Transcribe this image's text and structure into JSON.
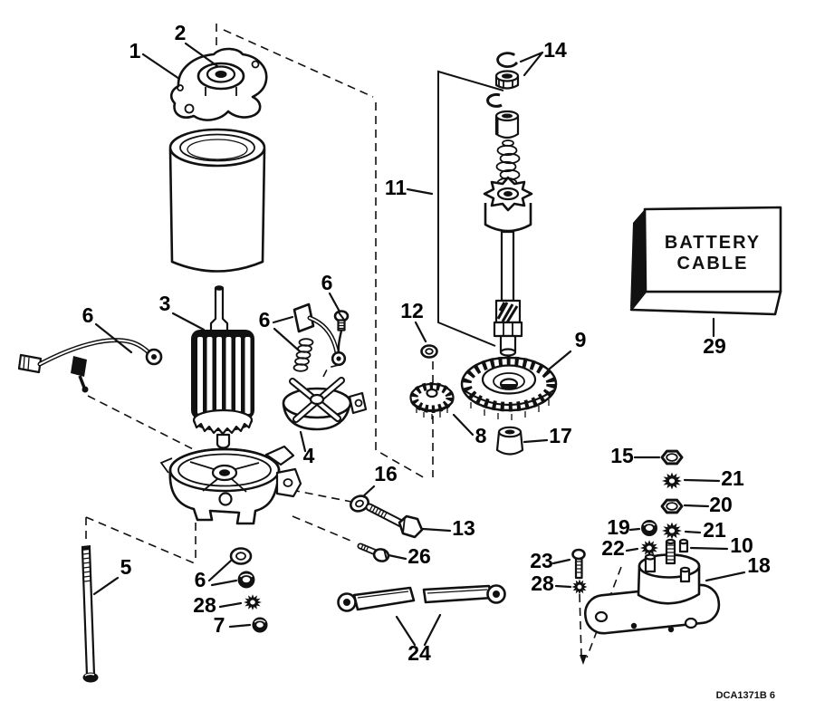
{
  "callouts": {
    "c1": {
      "label": "1"
    },
    "c2": {
      "label": "2"
    },
    "c3": {
      "label": "3"
    },
    "c4": {
      "label": "4"
    },
    "c5": {
      "label": "5"
    },
    "c6_cable": {
      "label": "6"
    },
    "c6_brush": {
      "label": "6"
    },
    "c6_screw": {
      "label": "6"
    },
    "c6_hardware": {
      "label": "6"
    },
    "c7": {
      "label": "7"
    },
    "c8": {
      "label": "8"
    },
    "c9": {
      "label": "9"
    },
    "c10": {
      "label": "10"
    },
    "c11": {
      "label": "11"
    },
    "c12": {
      "label": "12"
    },
    "c13": {
      "label": "13"
    },
    "c14": {
      "label": "14"
    },
    "c15": {
      "label": "15"
    },
    "c16": {
      "label": "16"
    },
    "c17": {
      "label": "17"
    },
    "c18": {
      "label": "18"
    },
    "c19": {
      "label": "19"
    },
    "c20": {
      "label": "20"
    },
    "c21_upper": {
      "label": "21"
    },
    "c21_lower": {
      "label": "21"
    },
    "c22": {
      "label": "22"
    },
    "c23": {
      "label": "23"
    },
    "c24": {
      "label": "24"
    },
    "c26": {
      "label": "26"
    },
    "c28_left": {
      "label": "28"
    },
    "c28_right": {
      "label": "28"
    },
    "c29": {
      "label": "29"
    }
  },
  "battery_cable_box": {
    "line1": "BATTERY",
    "line2": "CABLE"
  },
  "footer": {
    "drawing_code": "DCA1371B 6"
  },
  "colors": {
    "ink": "#111111",
    "background": "#ffffff"
  }
}
